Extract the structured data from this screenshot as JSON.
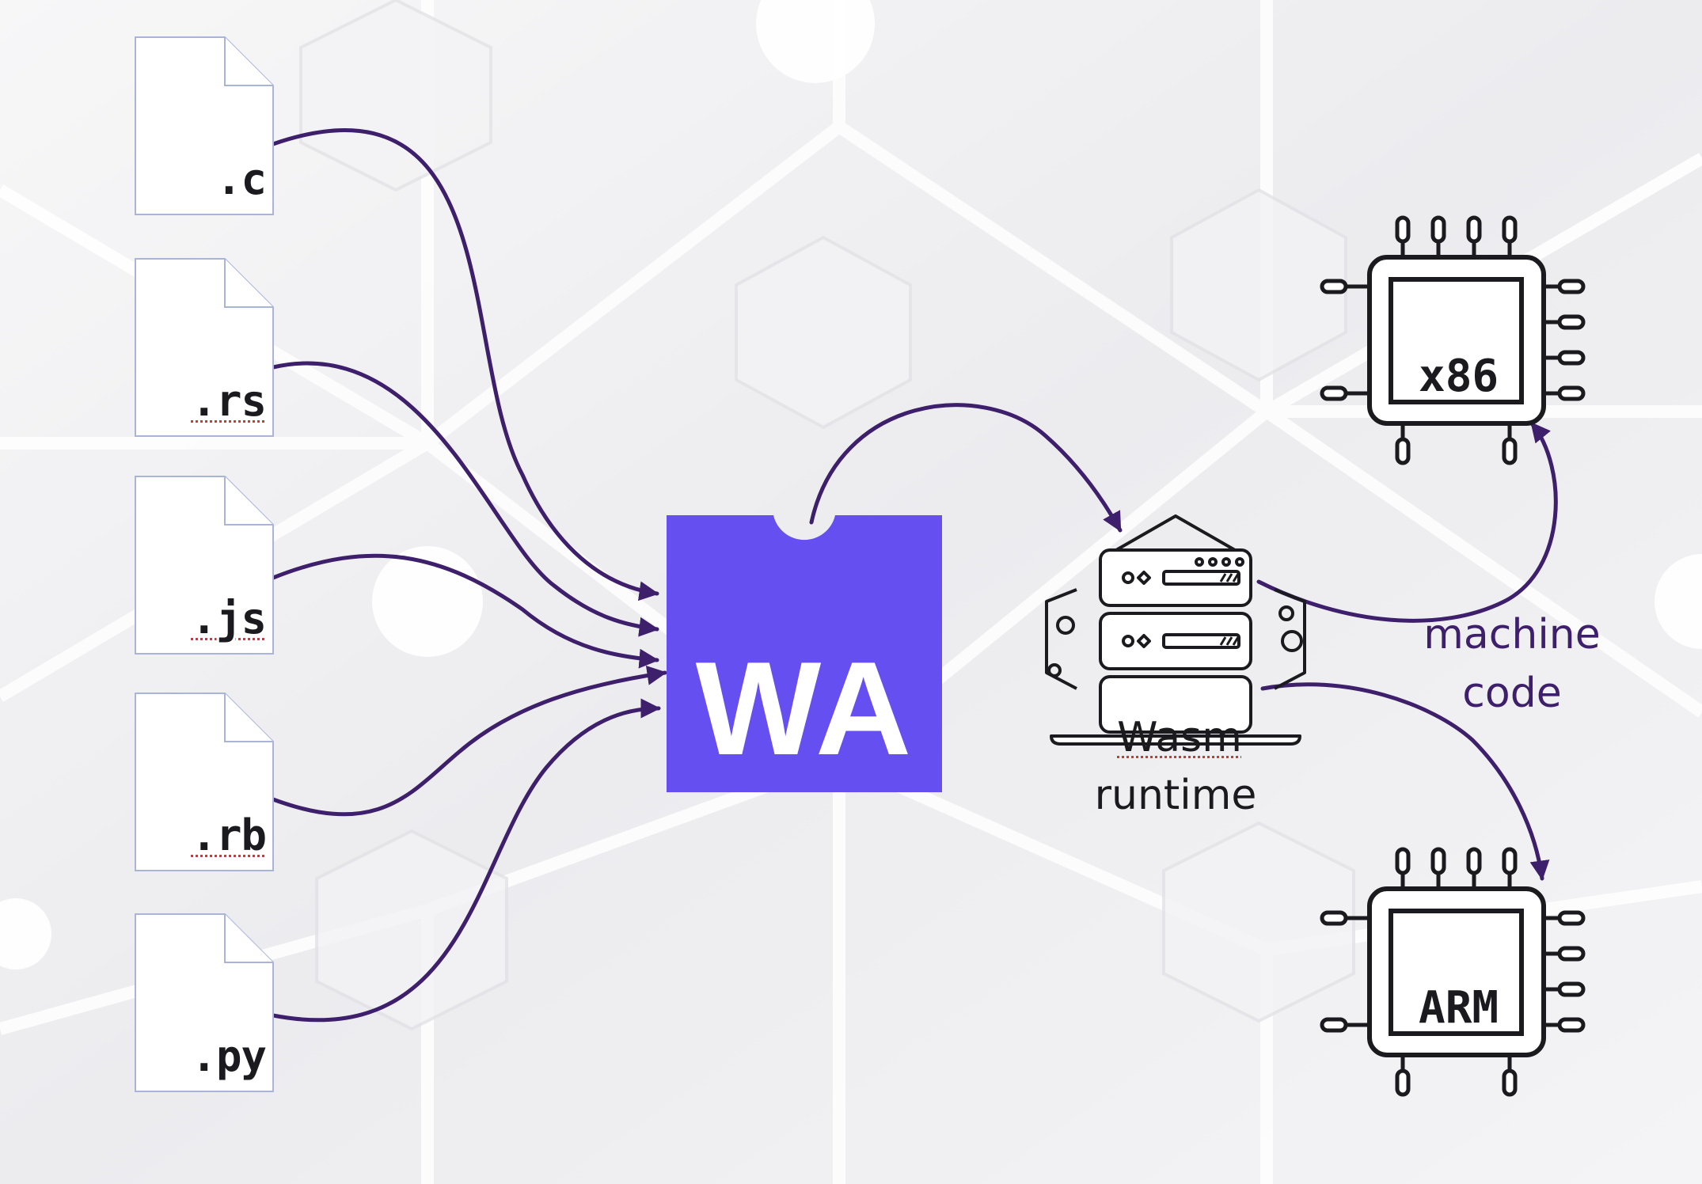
{
  "source_files": [
    ".c",
    ".rs",
    ".js",
    ".rb",
    ".py"
  ],
  "logo": {
    "text": "WA",
    "color": "#654ff0"
  },
  "runtime": {
    "line1": "Wasm",
    "line2": "runtime"
  },
  "machine_code": {
    "line1": "machine",
    "line2": "code"
  },
  "targets": [
    "x86",
    "ARM"
  ],
  "colors": {
    "arrow": "#3d1f6b",
    "outline": "#1b1b1f",
    "file_border": "#a9b4d8"
  }
}
